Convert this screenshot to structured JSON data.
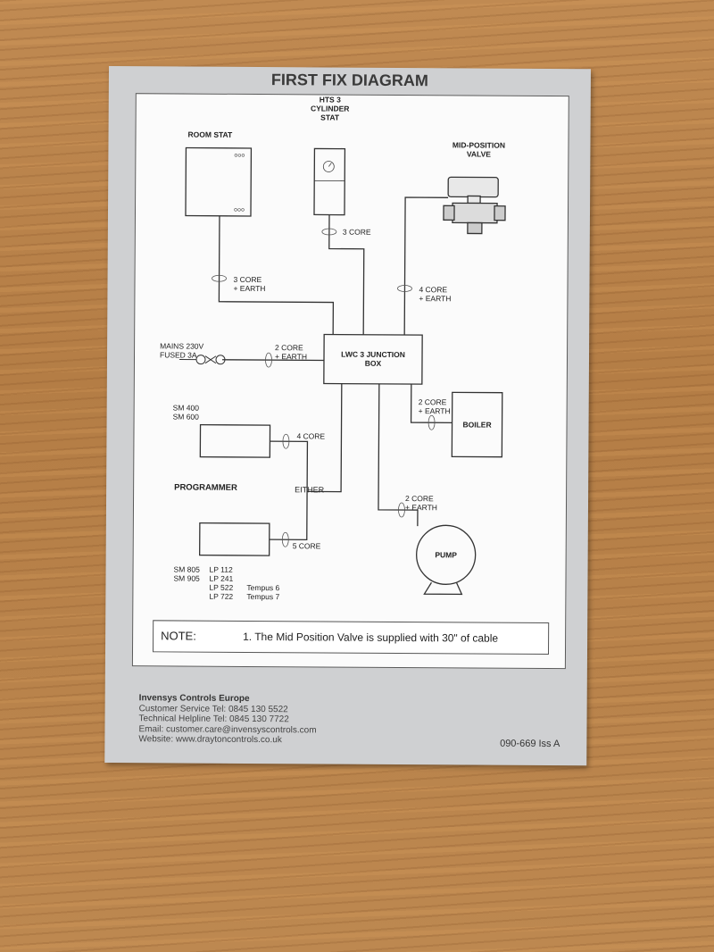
{
  "title": "FIRST FIX DIAGRAM",
  "components": {
    "room_stat": "ROOM STAT",
    "cylinder_stat": [
      "HTS 3",
      "CYLINDER",
      "STAT"
    ],
    "valve": [
      "MID-POSITION",
      "VALVE"
    ],
    "junction_box": [
      "LWC 3 JUNCTION",
      "BOX"
    ],
    "boiler": "BOILER",
    "pump": "PUMP",
    "programmer": "PROGRAMMER",
    "either": "EITHER"
  },
  "cables": {
    "room_stat": [
      "3 CORE",
      "+ EARTH"
    ],
    "cylinder_stat": "3 CORE",
    "valve": [
      "4 CORE",
      "+ EARTH"
    ],
    "mains": [
      "2 CORE",
      "+ EARTH"
    ],
    "boiler": [
      "2 CORE",
      "+ EARTH"
    ],
    "pump": [
      "2 CORE",
      "+ EARTH"
    ],
    "programmer_top": "4 CORE",
    "programmer_bottom": "5 CORE"
  },
  "mains": [
    "MAINS 230V",
    "FUSED 3A"
  ],
  "programmer_models_top": [
    "SM 400",
    "SM 600"
  ],
  "programmer_models_bottom": [
    [
      "SM 805",
      "LP 112",
      ""
    ],
    [
      "SM 905",
      "LP 241",
      ""
    ],
    [
      "",
      "LP 522",
      "Tempus 6"
    ],
    [
      "",
      "LP 722",
      "Tempus 7"
    ]
  ],
  "note": {
    "label": "NOTE:",
    "text": "1. The Mid Position Valve is supplied with 30\" of cable"
  },
  "footer": {
    "company": "Invensys Controls Europe",
    "lines": [
      "Customer Service Tel: 0845 130 5522",
      "Technical Helpline Tel: 0845 130 7722",
      "Email: customer.care@invensyscontrols.com",
      "Website: www.draytoncontrols.co.uk"
    ],
    "doc_number": "090-669 Iss A"
  }
}
